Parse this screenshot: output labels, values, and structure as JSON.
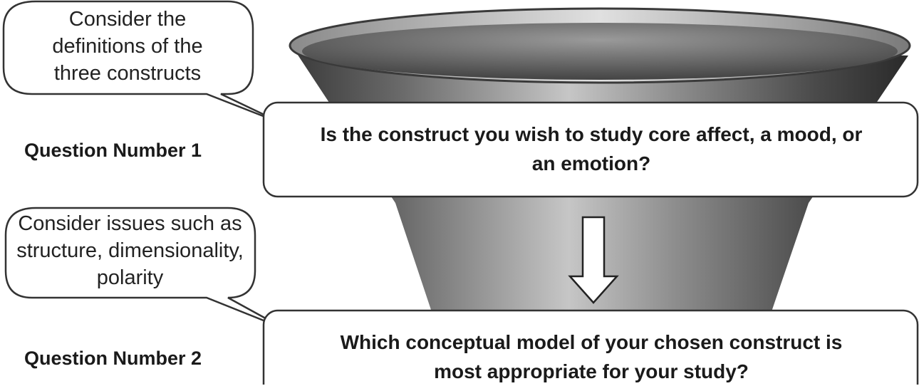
{
  "callouts": [
    {
      "text": "Consider the definitions of the three constructs"
    },
    {
      "text": "Consider issues such as structure, dimensionality, polarity"
    }
  ],
  "questions": [
    {
      "label": "Question Number 1",
      "text": "Is the construct you wish to study core affect, a mood, or an emotion?"
    },
    {
      "label": "Question Number 2",
      "text": "Which conceptual model of your chosen construct is most appropriate for your study?"
    }
  ],
  "colors": {
    "funnel_dark": "#2e2e2e",
    "funnel_light": "#d0d0d0",
    "box_border": "#333333",
    "box_fill": "#ffffff"
  }
}
